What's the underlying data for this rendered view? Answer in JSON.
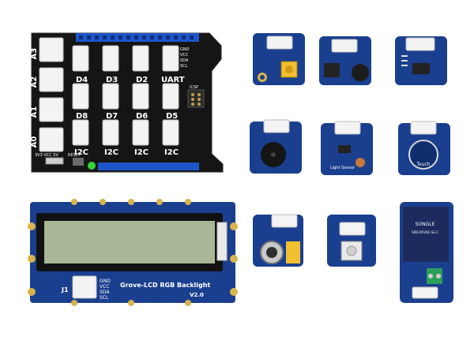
{
  "colors": {
    "background": "#ffffff",
    "shield_black": "#151515",
    "shield_header_blue": "#1e55c8",
    "grove_blue": "#1a3f8e",
    "grove_blue_light": "#2456b0",
    "connector_white": "#f3f3f3",
    "lcd_green": "#a8b896",
    "led_green": "#35d43a",
    "gold": "#d7b44c",
    "relay_blue": "#1c2a5e",
    "terminal_green": "#2e9e5b"
  },
  "shield": {
    "port_labels_left": [
      "A3",
      "A2",
      "A1",
      "A0"
    ],
    "port_labels_row1": [
      "D4",
      "D3",
      "D2",
      "UART"
    ],
    "port_labels_row2": [
      "D8",
      "D7",
      "D6",
      "D5"
    ],
    "port_labels_row3": [
      "I2C",
      "I2C",
      "I2C",
      "I2C"
    ],
    "pin_labels": [
      "GND",
      "VCC",
      "SDA",
      "SCL"
    ],
    "voltage_label": "3V3 VCC 5V",
    "reset_label": "RESET",
    "isp_label": "ICSP"
  },
  "lcd": {
    "title": "Grove-LCD RGB Backlight",
    "version": "V2.0",
    "connector_label": "J1",
    "pin_labels": [
      "GND",
      "VCC",
      "SDA",
      "SCL"
    ]
  },
  "modules": {
    "touch_label": "Touch",
    "light_label": "Light Sensor",
    "relay_brand": "SONGLE",
    "relay_model": "SRD-05VDC-SL-C"
  }
}
